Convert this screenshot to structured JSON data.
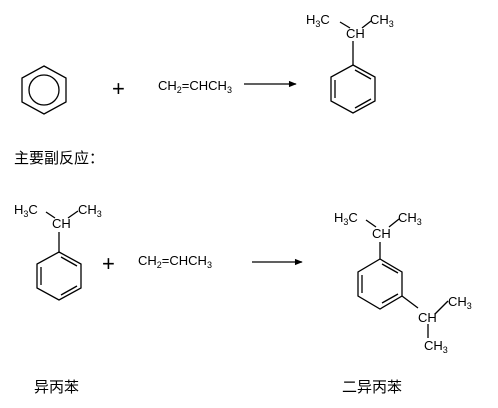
{
  "main_reaction": {
    "plus": "+",
    "reagent": {
      "a": "CH",
      "a_sub": "2",
      "b": "=CHCH",
      "b_sub": "3"
    },
    "product_labels": {
      "left": "H",
      "left_sub": "3",
      "left_tail": "C",
      "ch": "CH",
      "right": "CH",
      "right_sub": "3"
    }
  },
  "side_reaction": {
    "heading": "主要副反应：",
    "plus": "+",
    "reactant_labels": {
      "left": "H",
      "left_sub": "3",
      "left_tail": "C",
      "ch": "CH",
      "right": "CH",
      "right_sub": "3"
    },
    "reagent": {
      "a": "CH",
      "a_sub": "2",
      "b": "=CHCH",
      "b_sub": "3"
    },
    "product_labels": {
      "top_left": "H",
      "top_left_sub": "3",
      "top_left_tail": "C",
      "top_ch": "CH",
      "top_right": "CH",
      "top_right_sub": "3",
      "side_ch": "CH",
      "side_up": "CH",
      "side_up_sub": "3",
      "side_down": "CH",
      "side_down_sub": "3"
    },
    "reactant_name": "异丙苯",
    "product_name": "二异丙苯"
  }
}
